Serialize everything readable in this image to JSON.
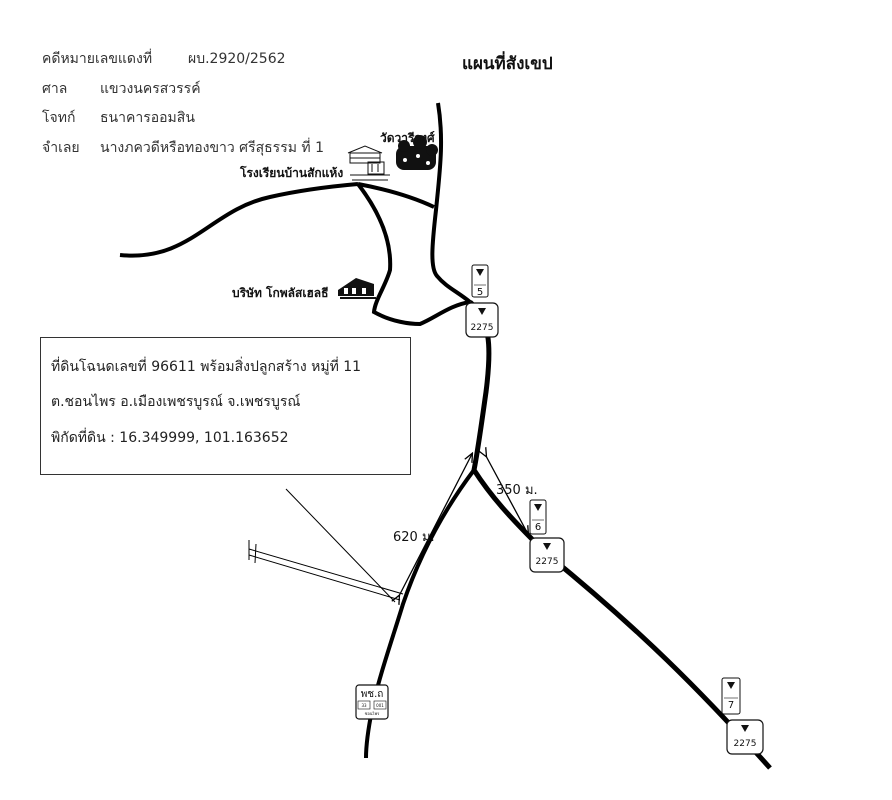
{
  "case_info": {
    "case_number": {
      "label": "คดีหมายเลขแดงที่",
      "value": "ผบ.2920/2562"
    },
    "court": {
      "label": "ศาล",
      "value": "แขวงนครสวรรค์"
    },
    "plaintiff": {
      "label": "โจทก์",
      "value": "ธนาคารออมสิน"
    },
    "defendant": {
      "label": "จำเลย",
      "value": "นางภควดีหรือทองขาว   ศรีสุธรรม   ที่ 1"
    }
  },
  "map_title": "แผนที่สังเขป",
  "landmarks": {
    "temple": "วัดวารีวงศ์",
    "school": "โรงเรียนบ้านสักแห้ง",
    "company": "บริษัท โกพลัสเฮลธี"
  },
  "property": {
    "line1": "ที่ดินโฉนดเลขที่   96611   พร้อมสิ่งปลูกสร้าง หมู่ที่ 11",
    "line2": "ต.ชอนไพร   อ.เมืองเพชรบูรณ์   จ.เพชรบูรณ์",
    "line3": "พิกัดที่ดิน : 16.349999, 101.163652"
  },
  "distances": {
    "d1": "620 ม.",
    "d2": "350 ม."
  },
  "road_shields": [
    {
      "route": "2275",
      "km": "5"
    },
    {
      "route": "2275",
      "km": "6"
    },
    {
      "route": "2275",
      "km": "7"
    }
  ],
  "local_road_sign": {
    "top": "พช.ถ",
    "left": "33",
    "right": "001",
    "bottom": "ชอนไพร"
  },
  "colors": {
    "road": "#000000",
    "text": "#222222",
    "background": "#ffffff"
  }
}
